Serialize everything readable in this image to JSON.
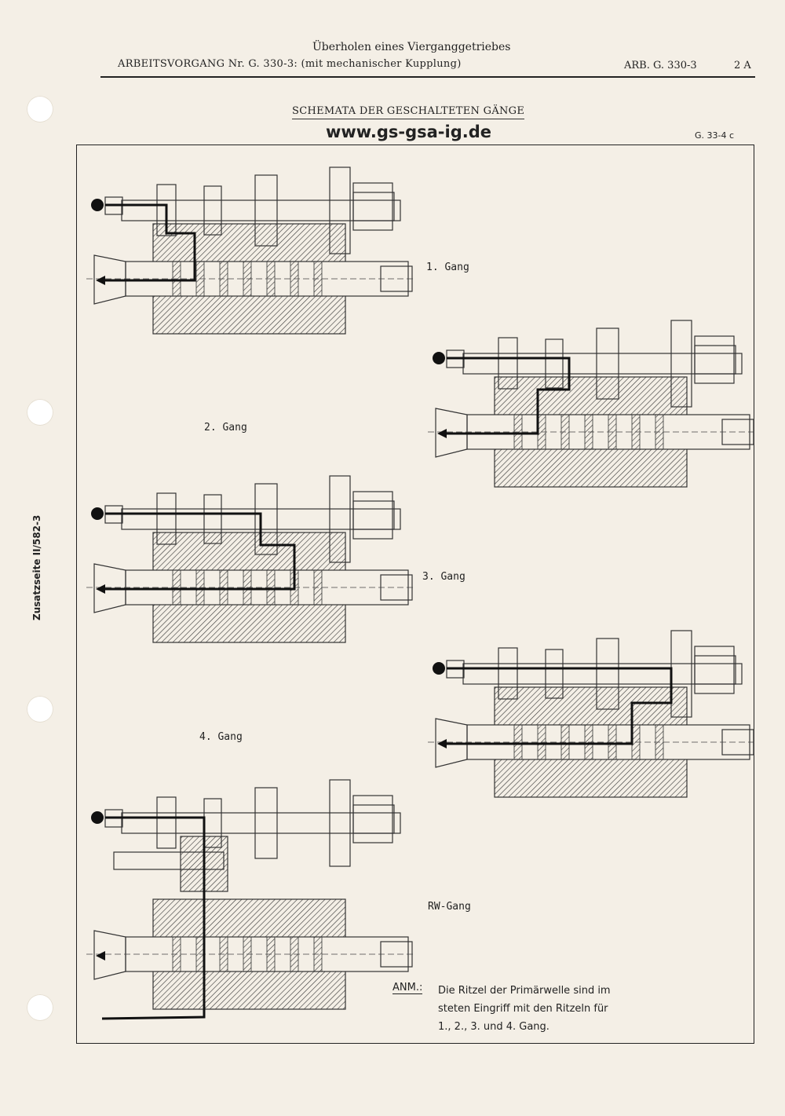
{
  "header": {
    "title": "Überholen eines Vierganggetriebes",
    "left": "ARBEITSVORGANG Nr. G. 330-3: (mit mechanischer Kupplung)",
    "right": "ARB. G. 330-3",
    "page": "2 A"
  },
  "schema_title": "SCHEMATA DER GESCHALTETEN GÄNGE",
  "website": "www.gs-gsa-ig.de",
  "figure_ref": "G. 33-4 c",
  "side_label": "Zusatzseite II/582-3",
  "gears": [
    {
      "label": "1. Gang"
    },
    {
      "label": "2. Gang"
    },
    {
      "label": "3. Gang"
    },
    {
      "label": "4. Gang"
    },
    {
      "label": "RW-Gang"
    }
  ],
  "note": {
    "label": "ANM.:",
    "lines": [
      "Die Ritzel der Primärwelle sind im",
      "steten Eingriff mit den Ritzeln für",
      "1., 2., 3. und 4. Gang."
    ]
  }
}
